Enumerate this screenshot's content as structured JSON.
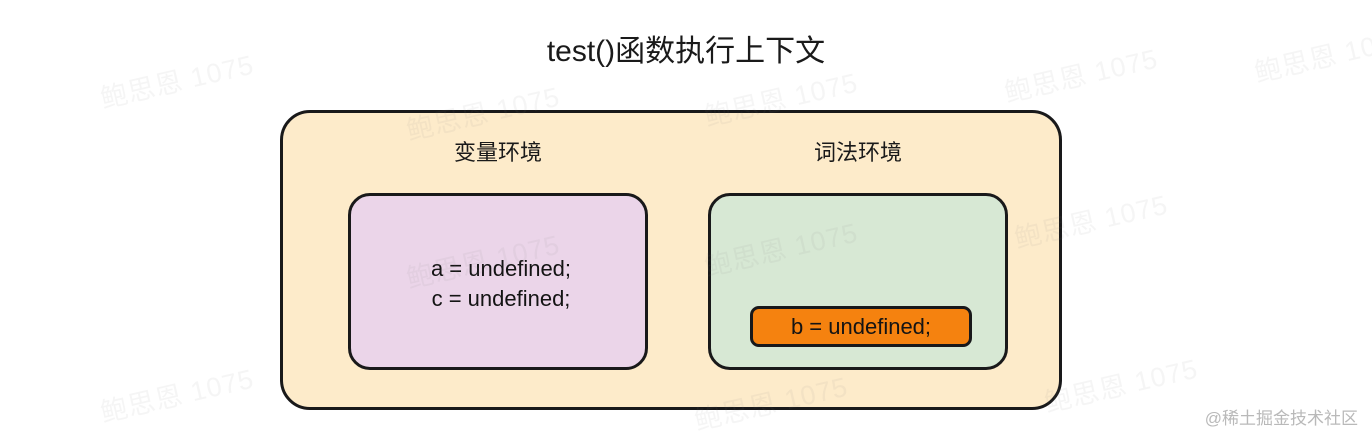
{
  "diagram": {
    "title": "test()函数执行上下文",
    "context_box": {
      "name": "execution-context",
      "fill_color": "#fdebca",
      "border_color": "#19191a"
    },
    "environments": [
      {
        "id": "variable-environment",
        "label": "变量环境",
        "fill_color": "#ebd5e9",
        "bindings": [
          "a = undefined;",
          "c = undefined;"
        ]
      },
      {
        "id": "lexical-environment",
        "label": "词法环境",
        "fill_color": "#d7e8d4",
        "bindings": [
          "b = undefined;"
        ],
        "highlight_color": "#f5820f"
      }
    ]
  },
  "watermarks": {
    "tile_text": "鲍思恩 1075",
    "attribution": "@稀土掘金技术社区"
  }
}
